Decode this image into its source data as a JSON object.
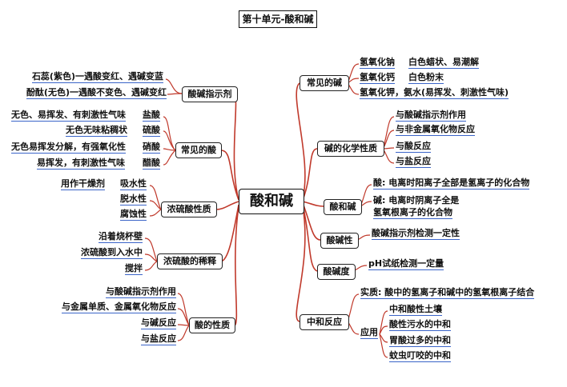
{
  "title": "第十单元-酸和碱",
  "center": "酸和碱",
  "left": {
    "indicator": {
      "label": "酸碱指示剂",
      "items": [
        "石蕊(紫色)一遇酸变红、遇碱变蓝",
        "酚酞(无色)一遇酸不变色、遇碱变红"
      ]
    },
    "common_acids": {
      "label": "常见的酸",
      "items": [
        {
          "desc": "无色、易挥发、有刺激性气味",
          "name": "盐酸"
        },
        {
          "desc": "无色无味粘稠状",
          "name": "硫酸"
        },
        {
          "desc": "无色易挥发分解，有强氧化性",
          "name": "硝酸"
        },
        {
          "desc": "易挥发，有刺激性气味",
          "name": "醋酸"
        }
      ]
    },
    "conc_sulfuric": {
      "label": "浓硫酸性质",
      "items": [
        {
          "desc": "用作干燥剂",
          "name": "吸水性"
        },
        {
          "desc": "",
          "name": "脱水性"
        },
        {
          "desc": "",
          "name": "腐蚀性"
        }
      ]
    },
    "dilution": {
      "label": "浓硫酸的稀释",
      "items": [
        "沿着烧杯壁",
        "浓硫酸到入水中",
        "搅拌"
      ]
    },
    "acid_props": {
      "label": "酸的性质",
      "items": [
        "与酸碱指示剂作用",
        "与金属单质、金属氧化物反应",
        "与碱反应",
        "与盐反应"
      ]
    }
  },
  "right": {
    "common_bases": {
      "label": "常见的碱",
      "items": [
        {
          "name": "氢氧化钠",
          "desc": "白色蜡状、易潮解"
        },
        {
          "name": "氢氧化钙",
          "desc": "白色粉末"
        },
        {
          "name": "氢氧化钾，氨水(易挥发、刺激性气味)",
          "desc": ""
        }
      ]
    },
    "base_chem": {
      "label": "碱的化学性质",
      "items": [
        "与酸碱指示剂作用",
        "与非金属氧化物反应",
        "与酸反应",
        "与盐反应"
      ]
    },
    "acid_base": {
      "label": "酸和碱",
      "acid_def": "酸: 电离时阳离子全部是氢离子的化合物",
      "base_def_1": "碱: 电离时阴离子全是",
      "base_def_2": "氢氧根离子的化合物"
    },
    "alkalinity": {
      "label": "酸碱性",
      "item": "酸碱指示剂检测一定性"
    },
    "ph": {
      "label": "酸碱度",
      "item": "pH试纸检测一定量"
    },
    "neutralization": {
      "label": "中和反应",
      "essence": "实质: 酸中的氢离子和碱中的氢氧根离子结合",
      "app_label": "应用",
      "apps": [
        "中和酸性土壤",
        "酸性污水的中和",
        "胃酸过多的中和",
        "蚊虫叮咬的中和"
      ]
    }
  },
  "colors": {
    "branch": "#c0392b",
    "underline": "#3a64c8",
    "border": "#222222"
  }
}
